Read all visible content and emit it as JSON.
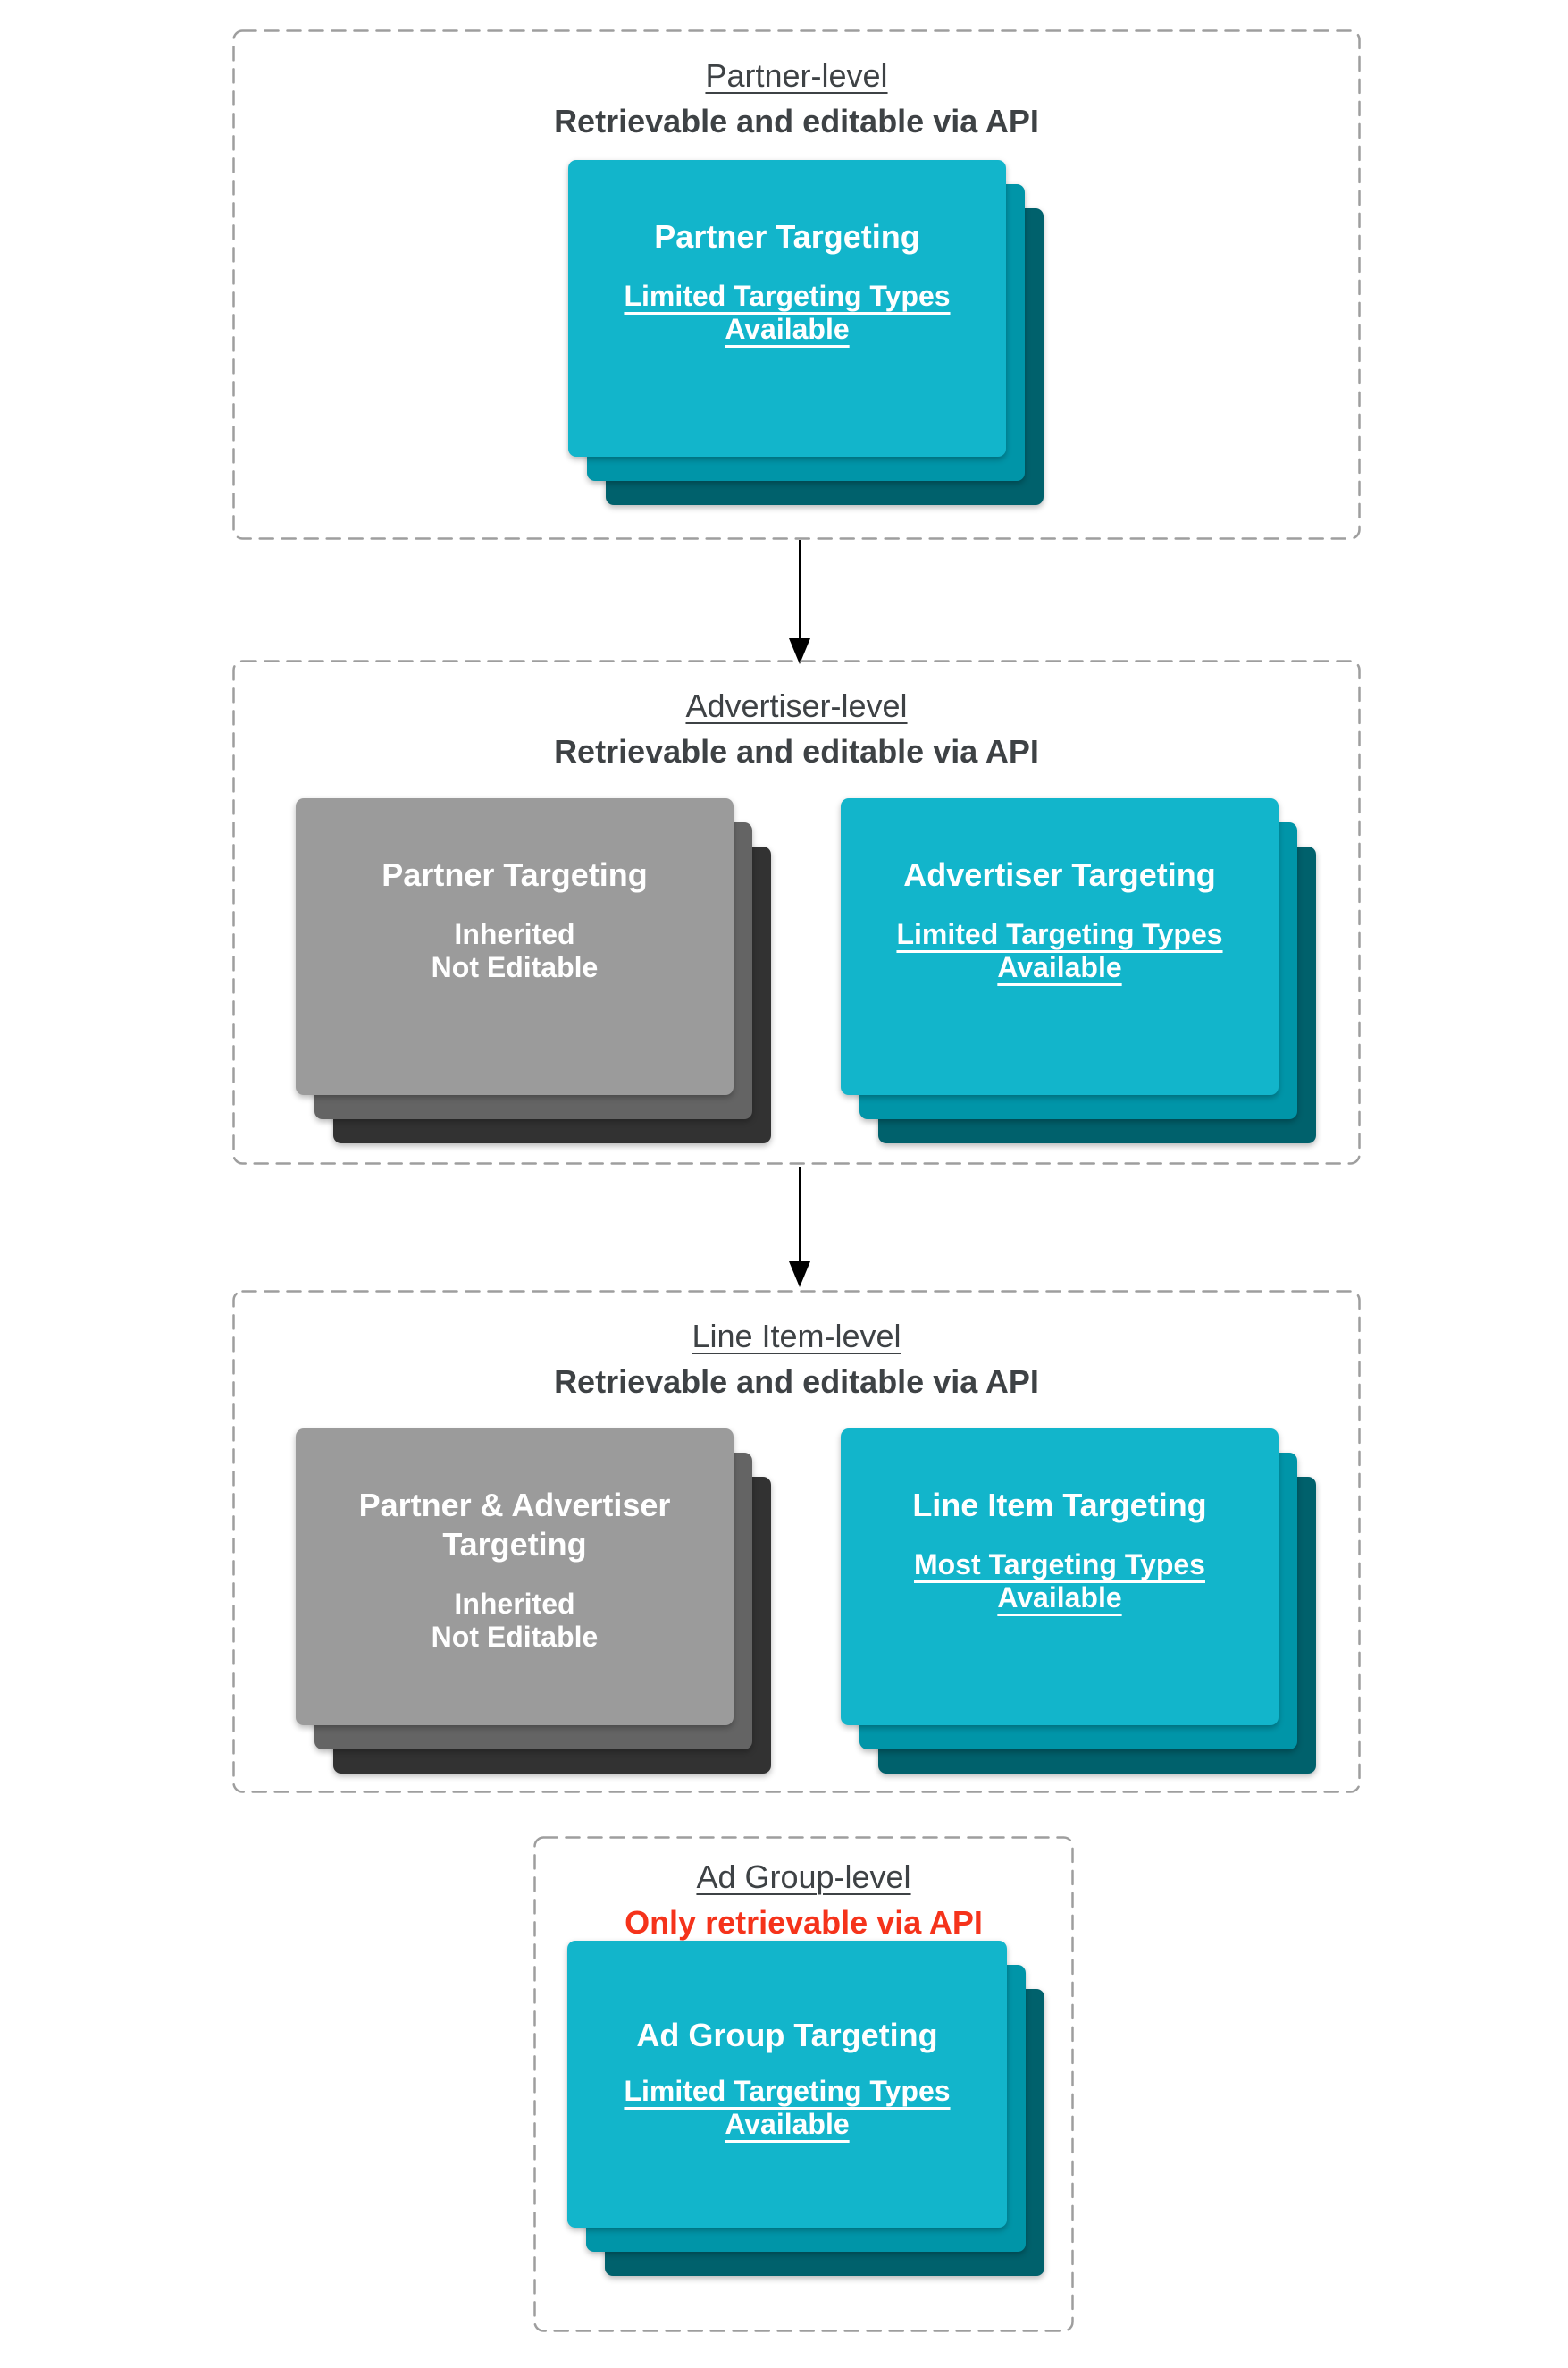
{
  "diagram": {
    "sections": [
      {
        "title": "Partner-level",
        "subtitle": "Retrievable and editable via API",
        "cards": [
          {
            "title": "Partner Targeting",
            "body_lines": [
              "Limited Targeting Types",
              "Available"
            ]
          }
        ]
      },
      {
        "title": "Advertiser-level",
        "subtitle": "Retrievable and editable via API",
        "cards": [
          {
            "title": "Partner Targeting",
            "body_lines": [
              "Inherited",
              "Not Editable"
            ]
          },
          {
            "title": "Advertiser Targeting",
            "body_lines": [
              "Limited Targeting Types",
              "Available"
            ]
          }
        ]
      },
      {
        "title": "Line Item-level",
        "subtitle": "Retrievable and editable via API",
        "cards": [
          {
            "title": "Partner & Advertiser Targeting",
            "body_lines": [
              "Inherited",
              "Not Editable"
            ]
          },
          {
            "title": "Line Item Targeting",
            "body_lines": [
              "Most Targeting Types",
              "Available"
            ]
          }
        ]
      },
      {
        "title": "Ad Group-level",
        "subtitle": "Only retrievable via API",
        "cards": [
          {
            "title": "Ad Group Targeting",
            "body_lines": [
              "Limited Targeting Types",
              "Available"
            ]
          }
        ]
      }
    ],
    "colors": {
      "teal_card": "#12b5cb",
      "teal_layer_mid": "#0095a8",
      "teal_layer_back": "#00616c",
      "gray_card": "#9b9b9b",
      "gray_layer_mid": "#646464",
      "gray_layer_back": "#323232",
      "heading_text": "#3e4245",
      "alert_red": "#f5331b",
      "card_text": "#ffffff",
      "dashed_border": "#9e9e9e",
      "arrow": "#000000"
    },
    "arrow_glyph": "▼"
  }
}
